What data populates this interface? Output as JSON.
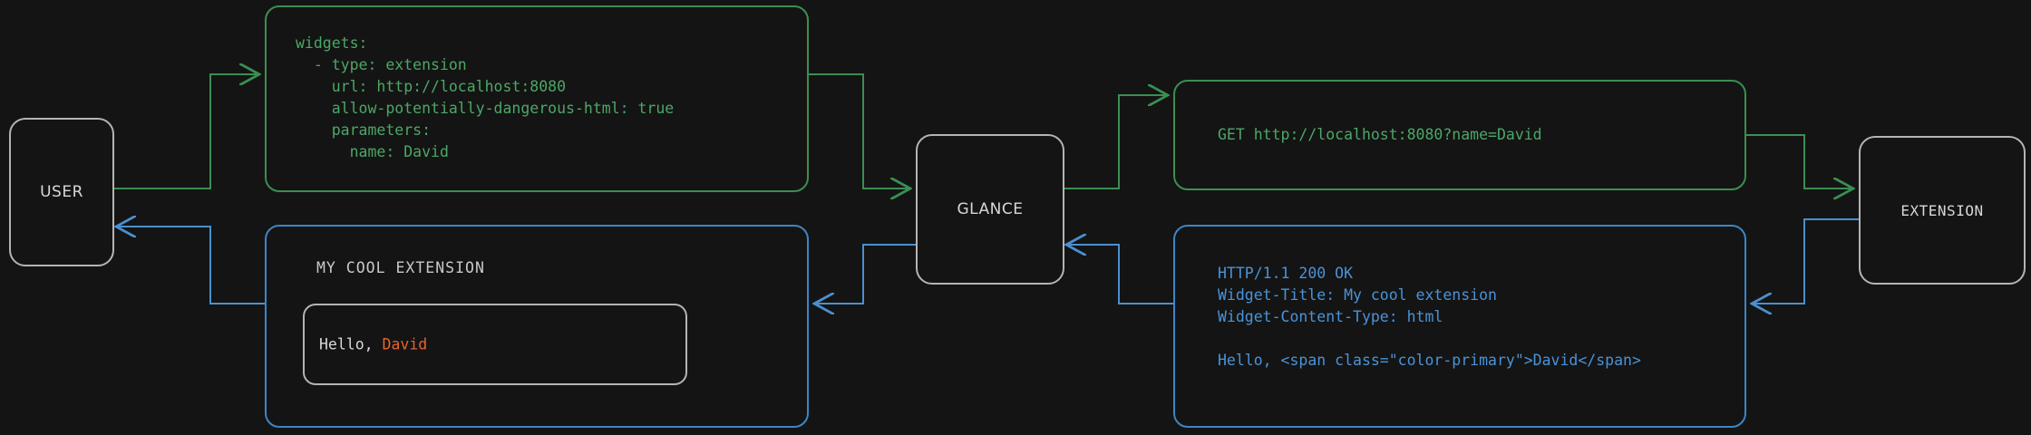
{
  "colors": {
    "background": "#141414",
    "request_green": "#3a8f52",
    "request_green_text": "#4ca766",
    "response_blue": "#3c86c6",
    "response_blue_text": "#4a93d8",
    "node_border": "#b4b4b4",
    "node_text": "#d8d8d8",
    "accent_orange": "#e2662f"
  },
  "nodes": {
    "user": {
      "label": "USER"
    },
    "glance": {
      "label": "GLANCE"
    },
    "extension": {
      "label": "EXTENSION"
    }
  },
  "panels": {
    "yaml_config": {
      "text": "widgets:\n  - type: extension\n    url: http://localhost:8080\n    allow-potentially-dangerous-html: true\n    parameters:\n      name: David"
    },
    "http_request": {
      "text": "GET http://localhost:8080?name=David"
    },
    "http_response": {
      "text": "HTTP/1.1 200 OK\nWidget-Title: My cool extension\nWidget-Content-Type: html\n\nHello, <span class=\"color-primary\">David</span>"
    },
    "rendered_widget": {
      "title": "MY COOL EXTENSION",
      "body_prefix": "Hello, ",
      "body_accent": "David"
    }
  },
  "flow": {
    "request_edges": [
      {
        "from": "user",
        "to": "yaml_config"
      },
      {
        "from": "yaml_config",
        "to": "glance"
      },
      {
        "from": "glance",
        "to": "http_request"
      },
      {
        "from": "http_request",
        "to": "extension"
      }
    ],
    "response_edges": [
      {
        "from": "extension",
        "to": "http_response"
      },
      {
        "from": "http_response",
        "to": "glance"
      },
      {
        "from": "glance",
        "to": "rendered_widget"
      },
      {
        "from": "rendered_widget",
        "to": "user"
      }
    ]
  }
}
